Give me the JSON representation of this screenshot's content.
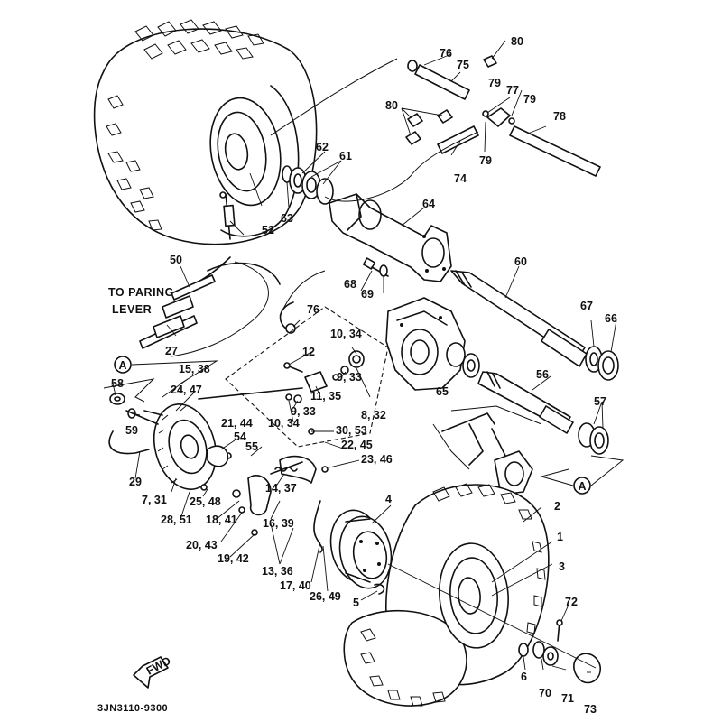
{
  "callouts": {
    "c1": "1",
    "c2": "2",
    "c3": "3",
    "c4": "4",
    "c5": "5",
    "c6": "6",
    "c7_31": "7, 31",
    "c8_32": "8, 32",
    "c9_33a": "9, 33",
    "c9_33b": "9, 33",
    "c10_34a": "10, 34",
    "c10_34b": "10, 34",
    "c11_35": "11, 35",
    "c12": "12",
    "c13_36": "13, 36",
    "c14_37": "14, 37",
    "c15_38": "15, 38",
    "c16_39": "16, 39",
    "c17_40": "17, 40",
    "c18_41": "18, 41",
    "c19_42": "19, 42",
    "c20_43": "20, 43",
    "c21_44": "21, 44",
    "c22_45": "22, 45",
    "c23_46": "23, 46",
    "c24_47": "24, 47",
    "c25_48": "25, 48",
    "c26_49": "26, 49",
    "c27": "27",
    "c28_51": "28, 51",
    "c29": "29",
    "c30_53": "30, 53",
    "c50": "50",
    "c52": "52",
    "c54": "54",
    "c55": "55",
    "c56": "56",
    "c57": "57",
    "c58": "58",
    "c59": "59",
    "c60": "60",
    "c61": "61",
    "c62": "62",
    "c63": "63",
    "c64": "64",
    "c65": "65",
    "c66": "66",
    "c67": "67",
    "c68": "68",
    "c69": "69",
    "c70": "70",
    "c71": "71",
    "c72": "72",
    "c73": "73",
    "c74": "74",
    "c75": "75",
    "c76a": "76",
    "c76b": "76",
    "c77": "77",
    "c78": "78",
    "c79a": "79",
    "c79b": "79",
    "c79c": "79",
    "c80a": "80",
    "c80b": "80"
  },
  "refs": {
    "markerA1": "A",
    "markerA2": "A"
  },
  "notes": {
    "paring_line1": "TO PARING",
    "paring_line2": "LEVER",
    "fwd": "FWD"
  },
  "drawing_code": "3JN3110-9300"
}
